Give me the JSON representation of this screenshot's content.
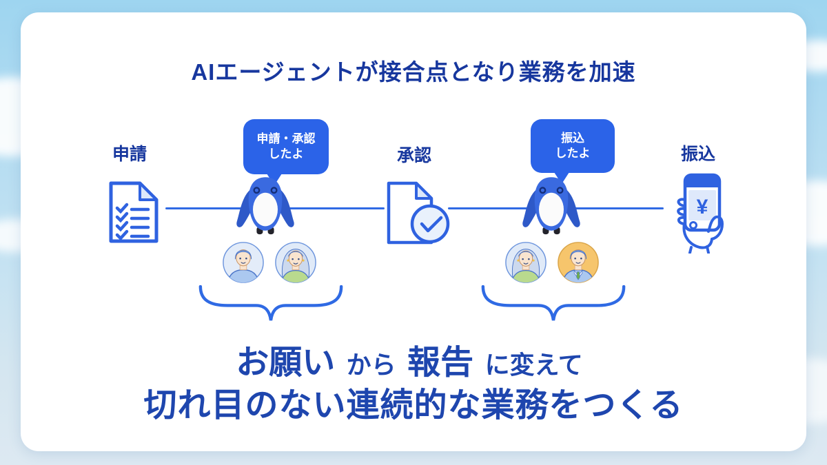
{
  "page": {
    "title": "AIエージェントが接合点となり業務を加速"
  },
  "flow": {
    "steps": [
      {
        "label": "申請",
        "icon": "checklist-document-icon"
      },
      {
        "label": "承認",
        "icon": "approved-document-icon"
      },
      {
        "label": "振込",
        "icon": "hand-holding-phone-yen-icon"
      }
    ],
    "agents": [
      {
        "bubble_line1": "申請・承認",
        "bubble_line2": "したよ"
      },
      {
        "bubble_line1": "振込",
        "bubble_line2": "したよ"
      }
    ],
    "phone_currency_symbol": "¥"
  },
  "message": {
    "line1_part1": "お願い",
    "line1_part2": "から",
    "line1_part3": "報告",
    "line1_part4": "に変えて",
    "line2": "切れ目のない連続的な業務をつくる"
  },
  "colors": {
    "title_blue": "#17379e",
    "message_blue": "#1e46ae",
    "bubble_blue": "#2b63e8",
    "line_blue": "#2f6ae4",
    "penguin_blue": "#3a6ae0",
    "sky_blue": "#a5d9f2",
    "avatar_orange_bg": "#f6c56c",
    "avatar_green_jacket": "#b9da8e"
  }
}
